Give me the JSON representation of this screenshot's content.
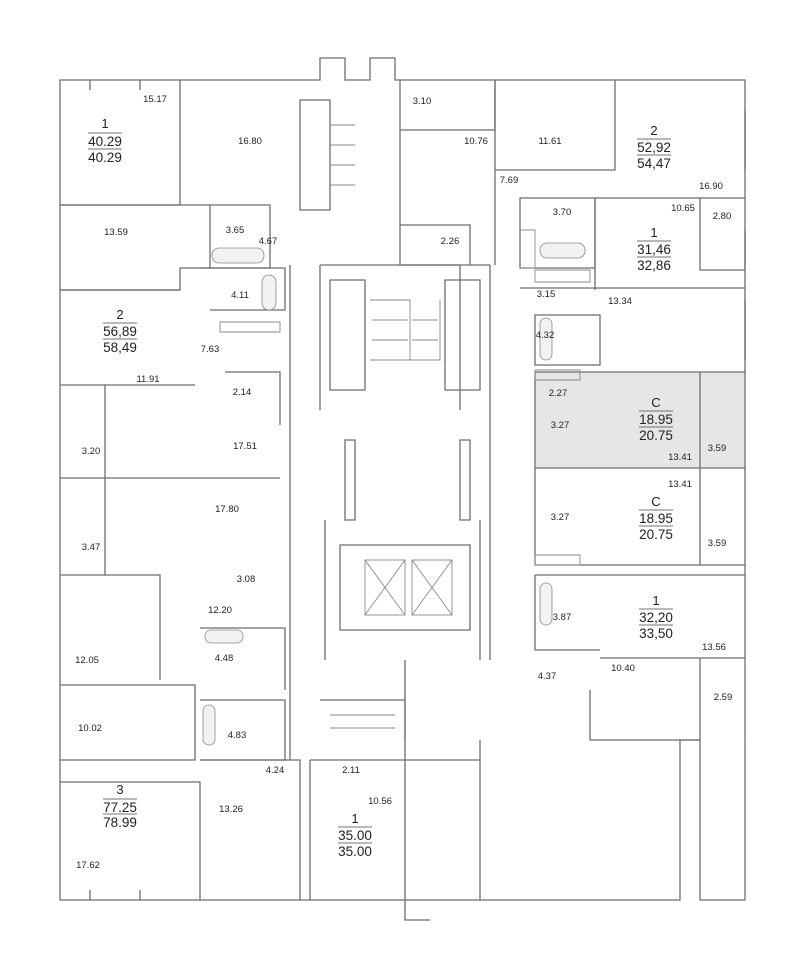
{
  "units": [
    {
      "type": "1",
      "living_area": "40.29",
      "total_area": "40.29"
    },
    {
      "type": "2",
      "living_area": "56,89",
      "total_area": "58,49"
    },
    {
      "type": "2",
      "living_area": "52,92",
      "total_area": "54,47"
    },
    {
      "type": "1",
      "living_area": "31,46",
      "total_area": "32,86"
    },
    {
      "type": "C",
      "living_area": "18.95",
      "total_area": "20.75"
    },
    {
      "type": "C",
      "living_area": "18.95",
      "total_area": "20.75"
    },
    {
      "type": "1",
      "living_area": "32,20",
      "total_area": "33,50"
    },
    {
      "type": "3",
      "living_area": "77.25",
      "total_area": "78.99"
    },
    {
      "type": "1",
      "living_area": "35.00",
      "total_area": "35.00"
    }
  ],
  "rooms": [
    "15.17",
    "16.80",
    "13.59",
    "3.65",
    "4.67",
    "4.11",
    "7.63",
    "11.91",
    "2.14",
    "17.51",
    "3.20",
    "17.80",
    "3.47",
    "3.08",
    "12.20",
    "4.48",
    "12.05",
    "10.02",
    "4.83",
    "4.24",
    "13.26",
    "17.62",
    "2.11",
    "10.56",
    "3.10",
    "10.76",
    "11.61",
    "7.69",
    "16.90",
    "3.70",
    "10.65",
    "2.80",
    "2.26",
    "3.15",
    "13.34",
    "4.32",
    "2.27",
    "3.27",
    "13.41",
    "3.59",
    "13.41",
    "3.27",
    "3.59",
    "3.87",
    "13.56",
    "4.37",
    "10.40",
    "2.59"
  ],
  "colors": {
    "wall": "#6e6e6e",
    "highlight": "#e6e6e6",
    "text": "#222222"
  }
}
